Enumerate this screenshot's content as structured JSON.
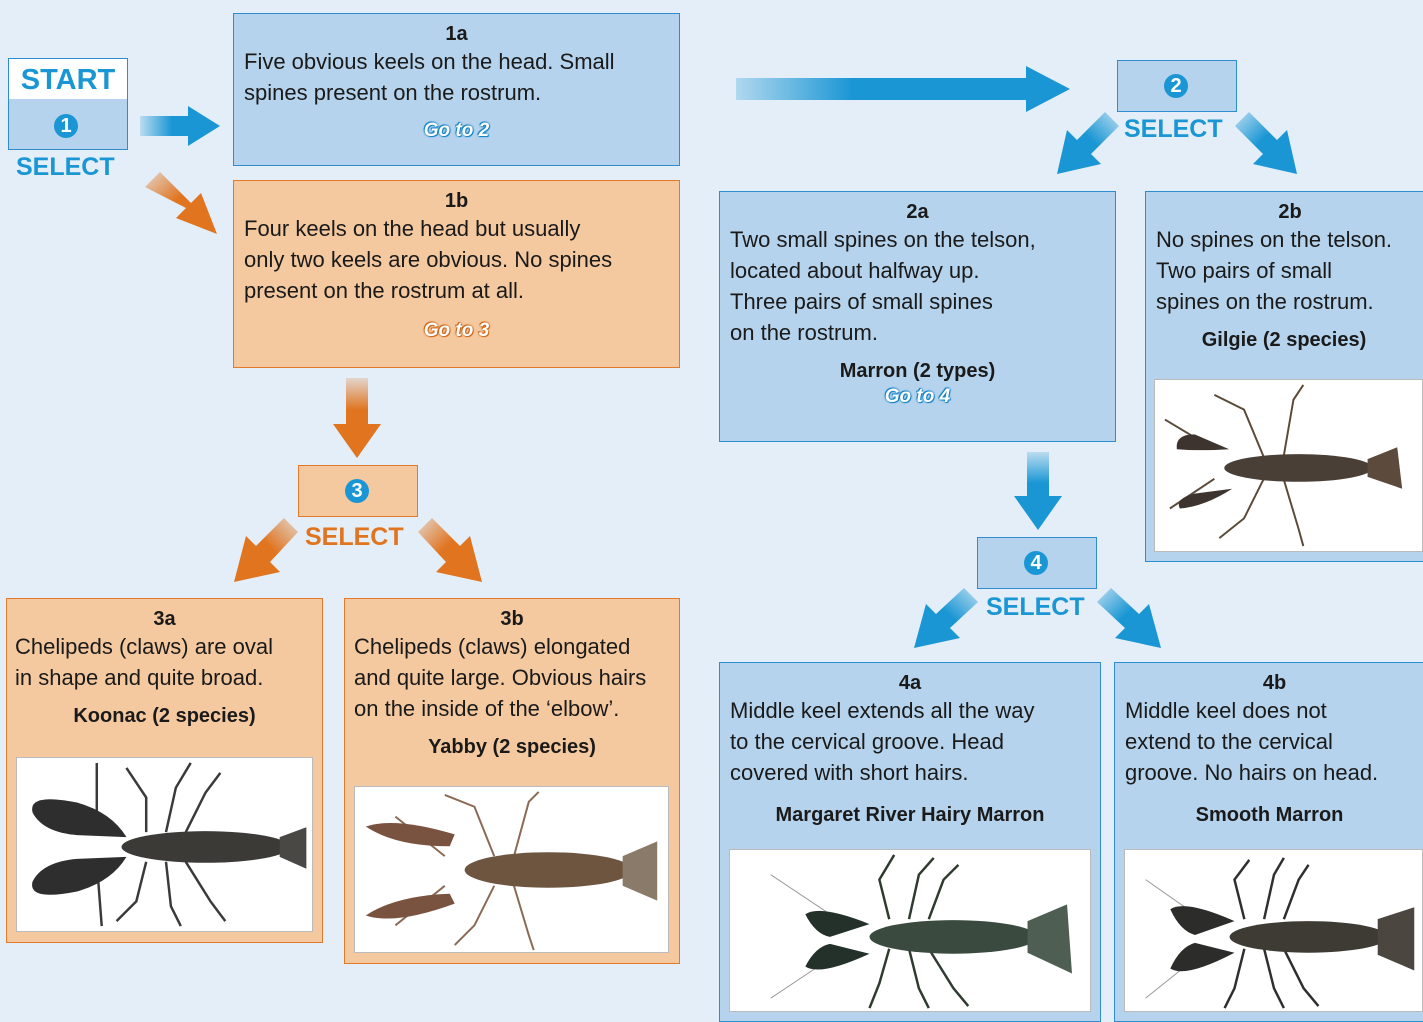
{
  "start": {
    "label": "START",
    "num": "1",
    "select": "SELECT"
  },
  "step2": {
    "num": "2",
    "select": "SELECT"
  },
  "step3": {
    "num": "3",
    "select": "SELECT"
  },
  "step4": {
    "num": "4",
    "select": "SELECT"
  },
  "b1a": {
    "title": "1a",
    "lines": [
      "Five obvious keels on the head. Small",
      "spines present on the rostrum."
    ],
    "goto": "Go to 2"
  },
  "b1b": {
    "title": "1b",
    "lines": [
      "Four keels on the head but usually",
      "only two keels are obvious. No spines",
      "present on the rostrum at all."
    ],
    "goto": "Go to 3"
  },
  "b2a": {
    "title": "2a",
    "lines": [
      "Two small spines on the telson,",
      "located about halfway up.",
      "Three pairs of small spines",
      "on the rostrum."
    ],
    "name": "Marron (2 types)",
    "goto": "Go to 4"
  },
  "b2b": {
    "title": "2b",
    "lines": [
      "No spines on the telson.",
      "Two pairs of small",
      "spines on the rostrum."
    ],
    "name": "Gilgie (2 species)"
  },
  "b3a": {
    "title": "3a",
    "lines": [
      "Chelipeds (claws) are oval",
      "in shape and quite broad."
    ],
    "name": "Koonac (2 species)"
  },
  "b3b": {
    "title": "3b",
    "lines": [
      "Chelipeds (claws) elongated",
      "and quite large. Obvious hairs",
      "on the inside of the ‘elbow’."
    ],
    "name": "Yabby (2 species)"
  },
  "b4a": {
    "title": "4a",
    "lines": [
      "Middle keel extends all the way",
      "to the cervical groove. Head",
      "covered with short hairs."
    ],
    "name": "Margaret River Hairy Marron"
  },
  "b4b": {
    "title": "4b",
    "lines": [
      "Middle keel does not",
      "extend to the cervical",
      "groove. No hairs on head."
    ],
    "name": "Smooth Marron"
  },
  "colors": {
    "blue": "#1a96d4",
    "orange": "#e0741f",
    "blue_fill": "#b5d3ec",
    "orange_fill": "#f5c9a0"
  }
}
